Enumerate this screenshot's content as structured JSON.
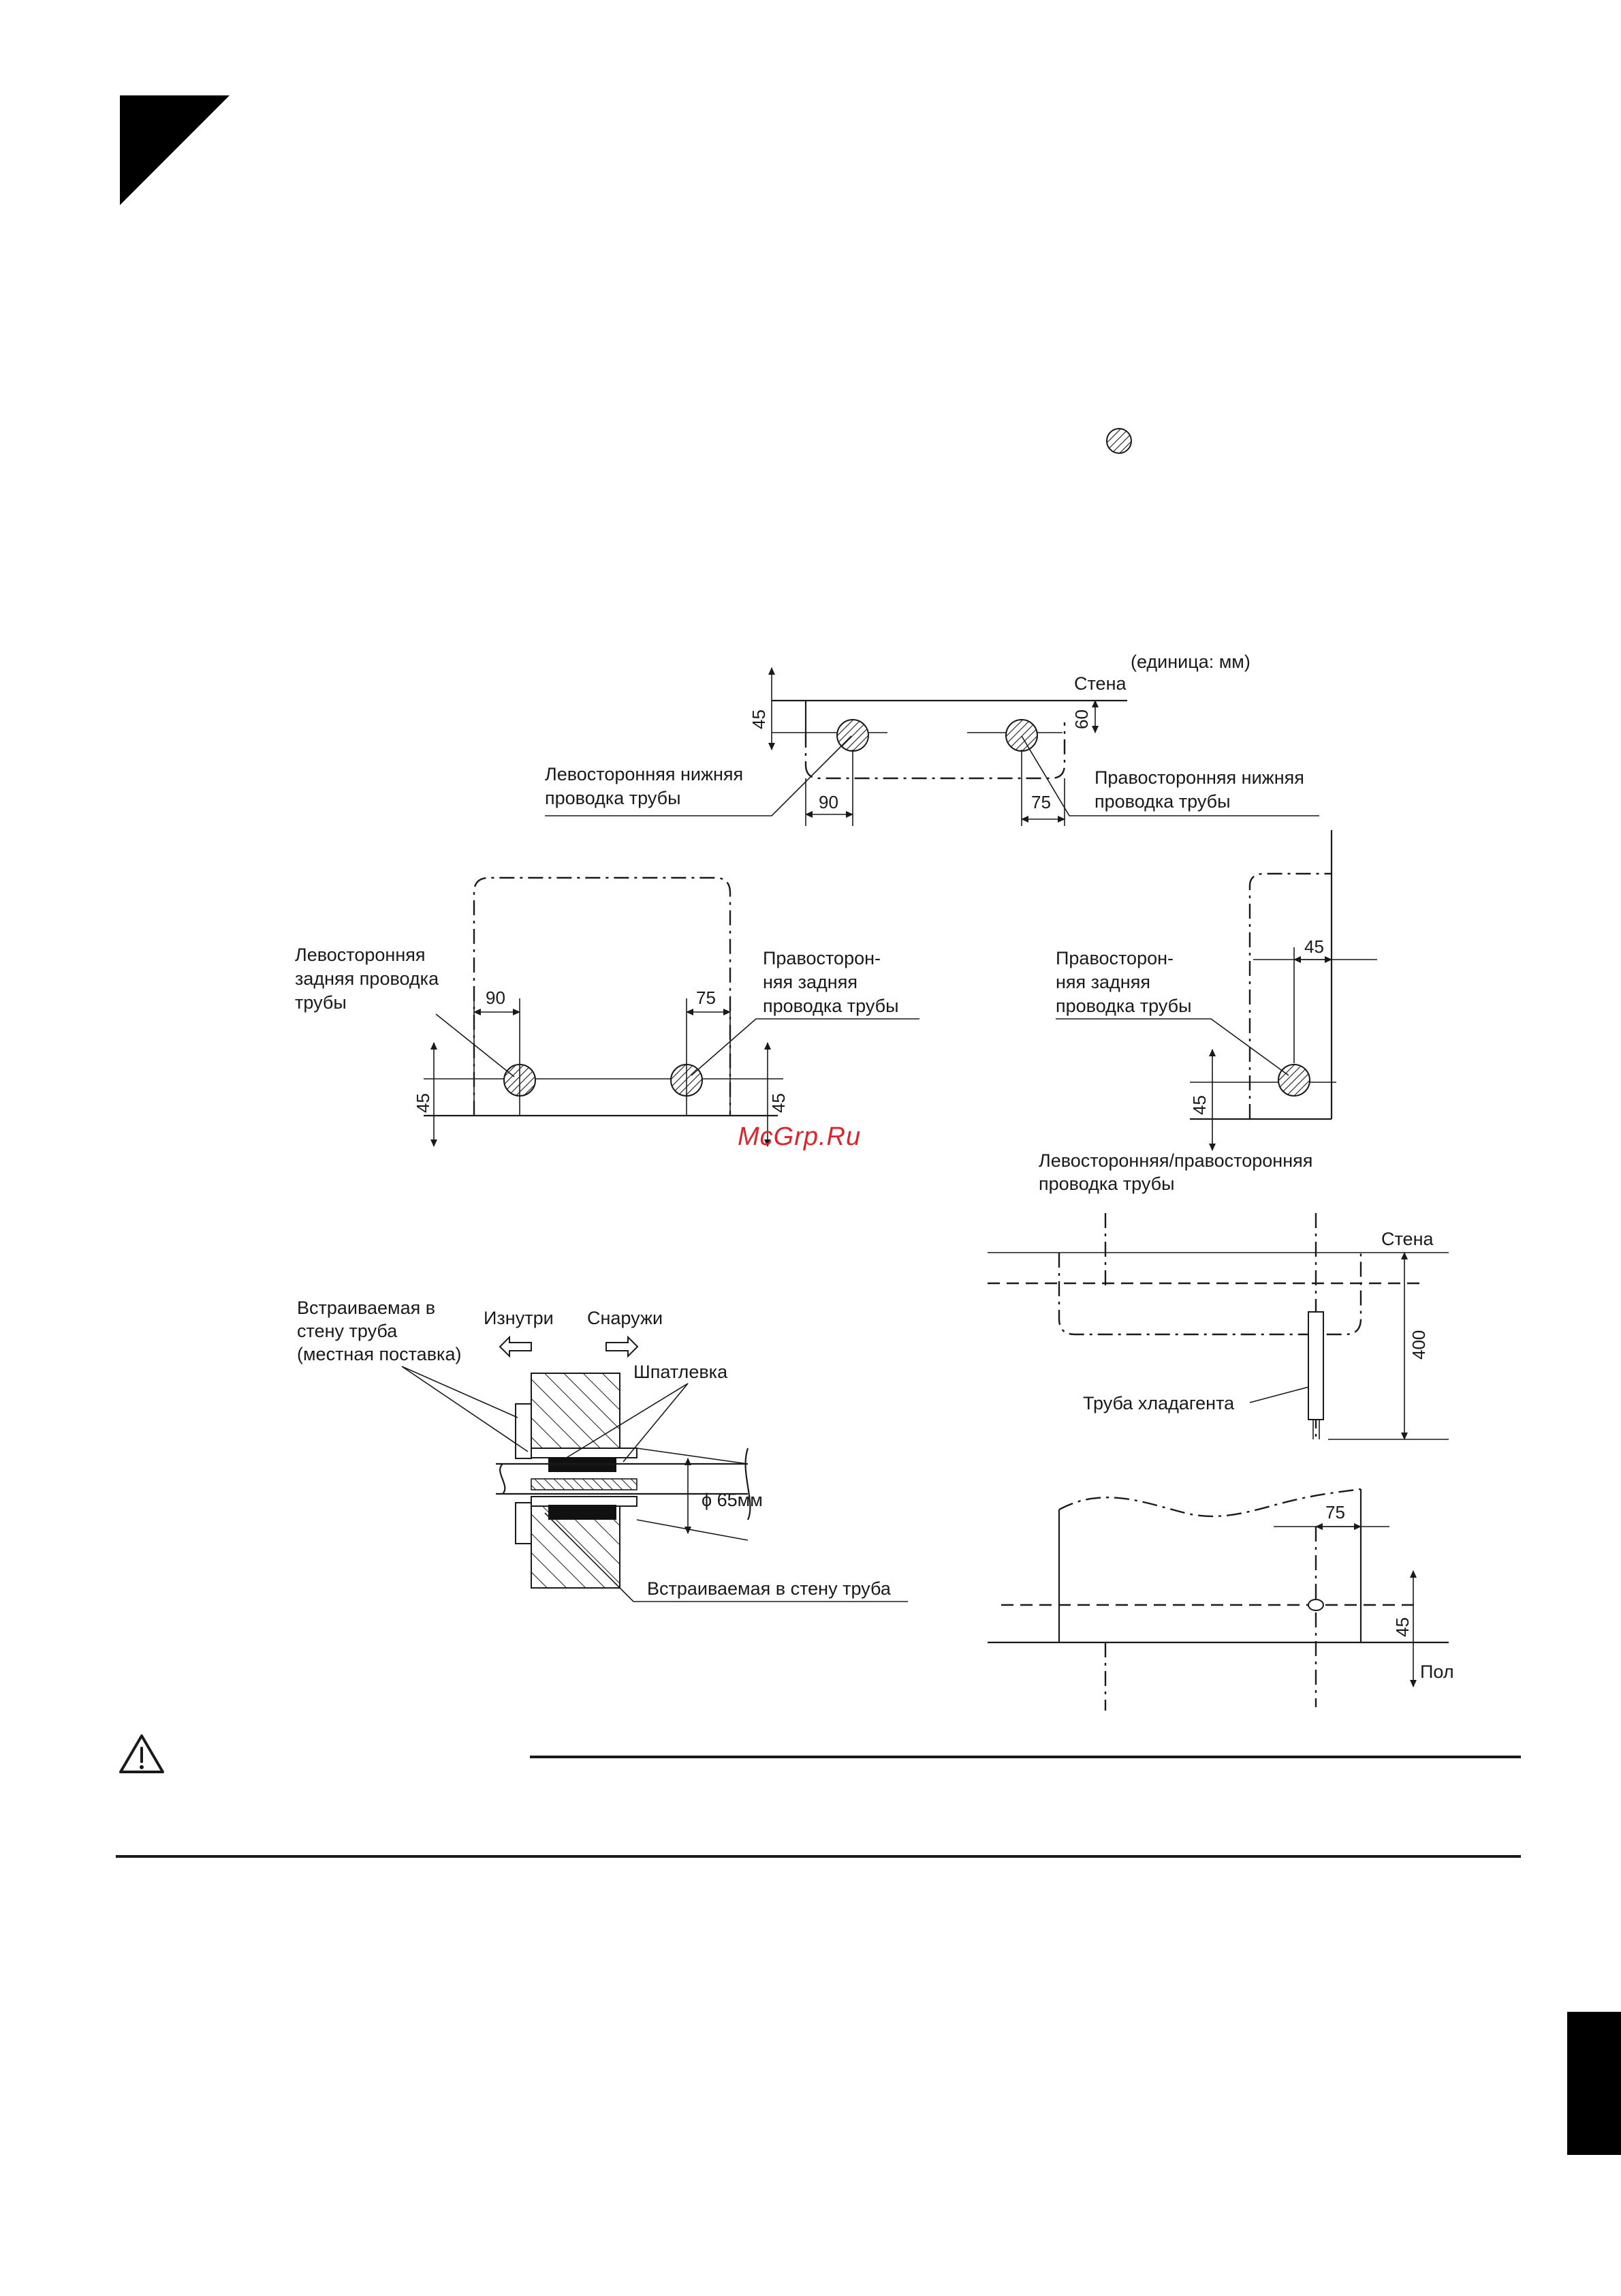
{
  "units_note": "(единица: мм)",
  "top_view": {
    "wall": "Стена",
    "left_label": [
      "Левосторонняя нижняя",
      "проводка трубы"
    ],
    "right_label": [
      "Правосторонняя нижняя",
      "проводка трубы"
    ],
    "dims": {
      "left_height": "45",
      "right_height": "60",
      "left_offset": "90",
      "right_offset": "75"
    }
  },
  "rear_view": {
    "left_label": [
      "Левосторонняя",
      "задняя проводка",
      "трубы"
    ],
    "right_label": [
      "Правосторон-",
      "няя задняя",
      "проводка трубы"
    ],
    "dims": {
      "left_offset": "90",
      "right_offset": "75",
      "left_height": "45",
      "right_height": "45"
    }
  },
  "side_view": {
    "label": [
      "Правосторон-",
      "няя задняя",
      "проводка трубы"
    ],
    "dims": {
      "offset": "45",
      "height": "45"
    }
  },
  "watermark": "McGrp.Ru",
  "lr_view": {
    "title": [
      "Левосторонняя/правосторонняя",
      "проводка трубы"
    ],
    "wall": "Стена",
    "dim_height": "400",
    "pipe": "Труба хладагента"
  },
  "floor_view": {
    "dim_offset": "75",
    "dim_height": "45",
    "floor": "Пол"
  },
  "wall_pipe": {
    "embedded_label": [
      "Встраиваемая в",
      "стену труба",
      "(местная поставка)"
    ],
    "inside": "Изнутри",
    "outside": "Снаружи",
    "putty": "Шпатлевка",
    "diameter": "ϕ 65мм",
    "bottom_label": "Встраиваемая в стену труба"
  }
}
